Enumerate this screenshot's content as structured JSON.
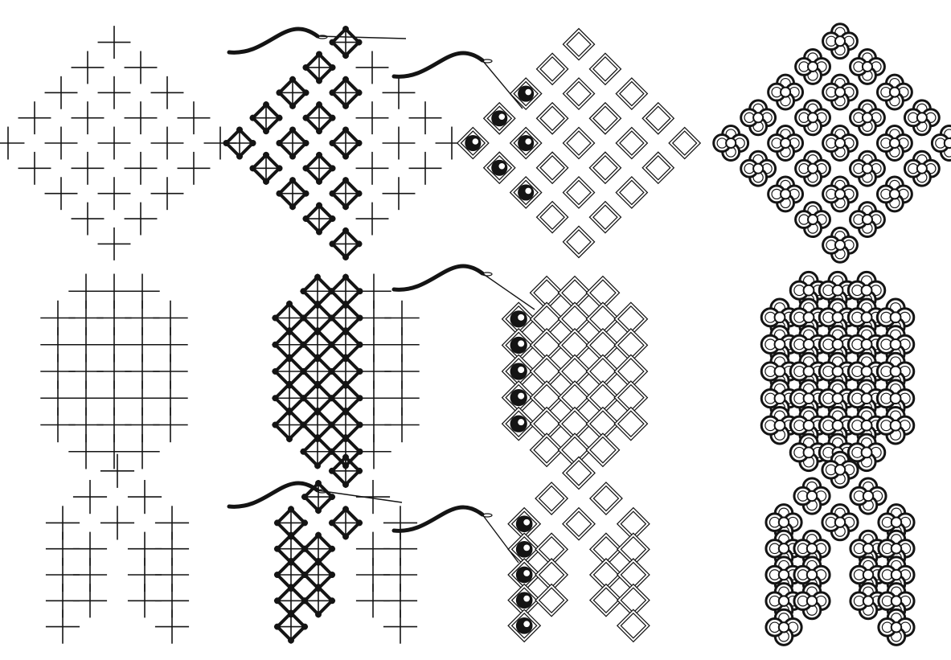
{
  "figure": {
    "kind": "embroidery stitch instruction plate",
    "colors": {
      "ink": "#141414",
      "paper": "#ffffff",
      "thread_hollow_fill": "#ffffff"
    },
    "columns": [
      "grid-step",
      "foundation-stitching-step",
      "interlacing-step",
      "finished-motif"
    ],
    "rows": [
      {
        "shape": "diamond"
      },
      {
        "shape": "octagon"
      },
      {
        "shape": "arch"
      }
    ]
  }
}
